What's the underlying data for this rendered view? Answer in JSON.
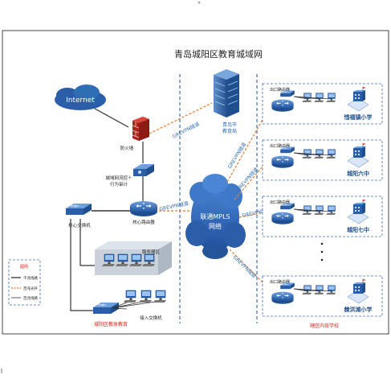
{
  "title": "青岛城阳区教育城域网",
  "top_mark": "°",
  "nodes": {
    "internet": "Internet",
    "firewall": "防火墙",
    "flow_control": "城域网流控＋\n行为审计",
    "core_router": "核心路由器",
    "core_switch": "核心交换机",
    "server_zone": "服务器区",
    "access_switch": "接入交换机",
    "edu_bureau_city": "青岛市\n教育局",
    "mpls_cloud": "联通MPLS\n网络",
    "chengyang_bureau": "城阳区教体教育"
  },
  "links": {
    "gre_vpn": "GREVPN隧道"
  },
  "schools": [
    {
      "name": "惜福镇小学",
      "router_label": "出口路由器"
    },
    {
      "name": "城阳六中",
      "router_label": "出口路由器"
    },
    {
      "name": "城阳七中",
      "router_label": "出口路由器"
    },
    {
      "name": "棘洪滩小学",
      "router_label": "出口路由器"
    }
  ],
  "schools_group_label": "辖区内各学校",
  "legend": {
    "title": "图例",
    "items": [
      {
        "label": "千兆线路",
        "style": "solid",
        "color": "#333333"
      },
      {
        "label": "百兆光纤",
        "style": "dashed",
        "color": "#f07a2a"
      },
      {
        "label": "百兆线路",
        "style": "solid-thin",
        "color": "#333333"
      }
    ]
  },
  "colors": {
    "blue": "#2f6db5",
    "dark_blue": "#1f4f8f",
    "orange": "#f07a2a",
    "red_text": "#d9261c",
    "zone_border": "#3b6fb6"
  }
}
